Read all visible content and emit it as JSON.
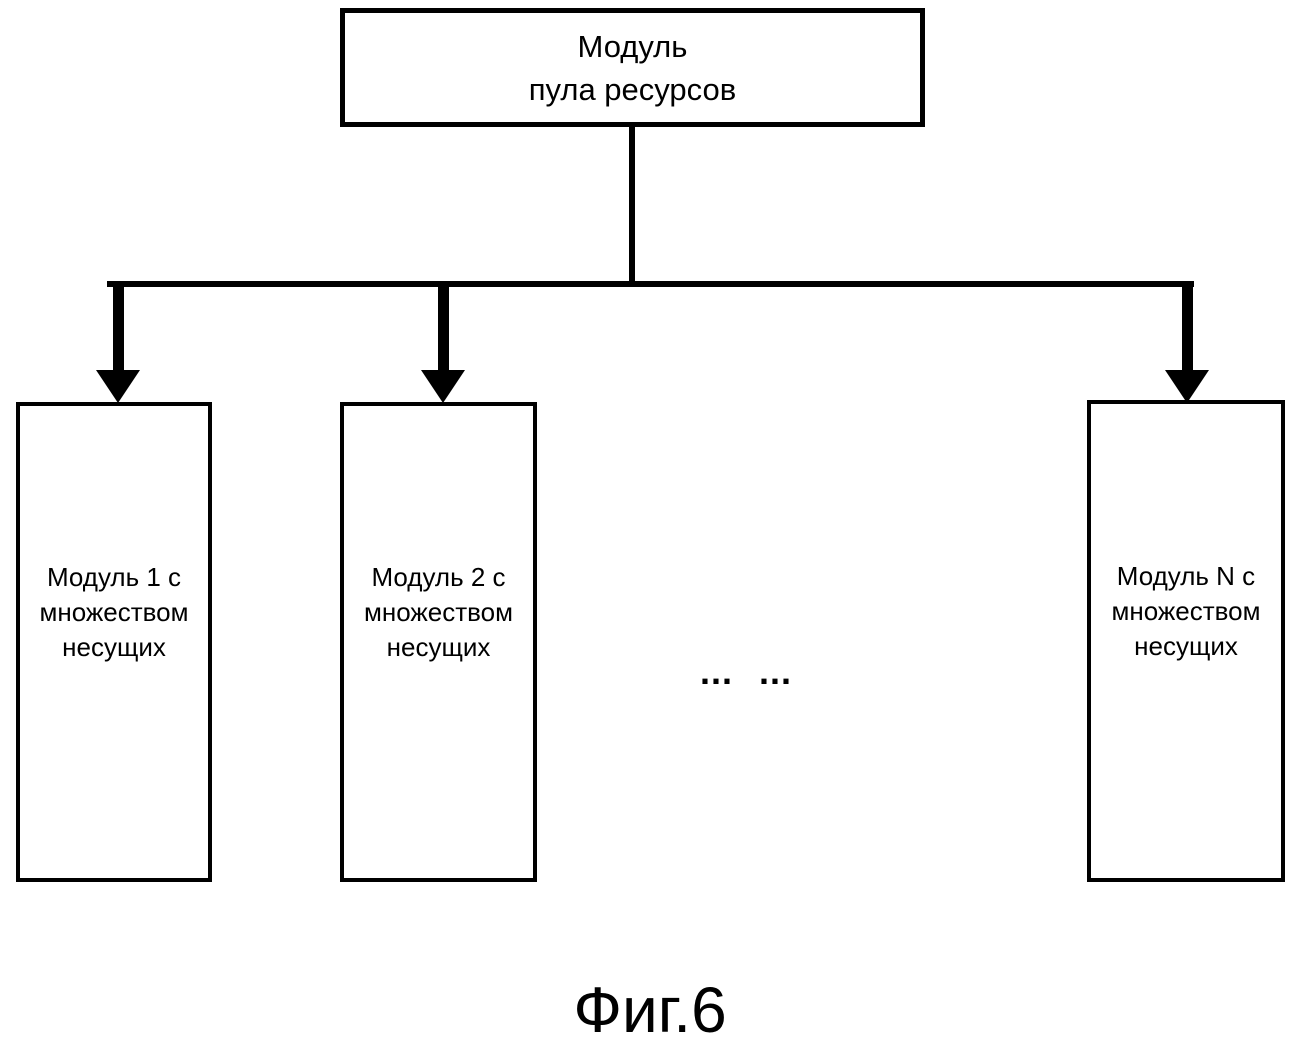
{
  "diagram": {
    "colors": {
      "line": "#000000",
      "background": "#ffffff",
      "text": "#000000"
    },
    "boxes": {
      "top": {
        "lines": [
          "Модуль",
          "пула ресурсов"
        ]
      },
      "children": [
        {
          "lines": [
            "Модуль 1 с",
            "множеством",
            "несущих"
          ]
        },
        {
          "lines": [
            "Модуль 2 с",
            "множеством",
            "несущих"
          ]
        },
        {
          "lines": [
            "Модуль N с",
            "множеством",
            "несущих"
          ]
        }
      ]
    },
    "ellipsis": {
      "left": "...",
      "right": "..."
    },
    "caption": "Фиг.6"
  }
}
